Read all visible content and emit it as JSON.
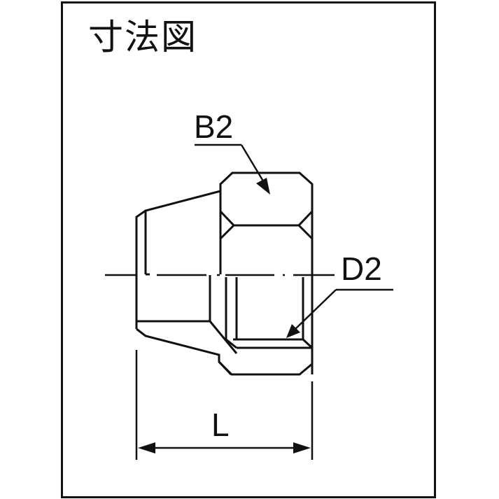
{
  "title": "寸法図",
  "labels": {
    "b2": "B2",
    "d2": "D2",
    "l": "L"
  },
  "colors": {
    "line": "#111111",
    "background": "#ffffff"
  }
}
